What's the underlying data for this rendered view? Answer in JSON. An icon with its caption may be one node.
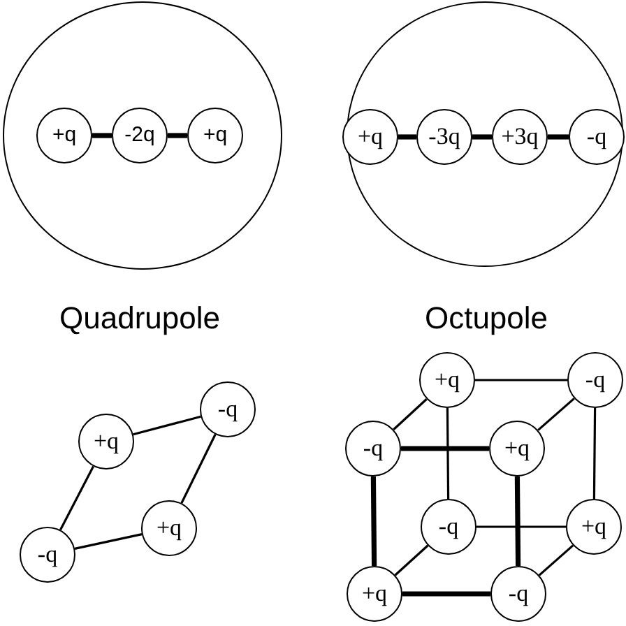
{
  "diagram": {
    "nodes": [
      {
        "text": [],
        "shape": "circle"
      },
      {
        "text": [
          "+q"
        ],
        "in": 0
      },
      {
        "text": [
          "-2q"
        ],
        "in": 0
      },
      {
        "text": [
          "+q"
        ],
        "in": 0
      },
      {
        "text": [],
        "shape": "circle"
      },
      {
        "text": [
          "+q"
        ],
        "in": 4
      },
      {
        "text": [
          "-3q"
        ],
        "in": 4
      },
      {
        "text": [
          "+3q"
        ],
        "in": 4
      },
      {
        "text": [
          "-q"
        ],
        "in": 4
      },
      {
        "text": [
          "-q"
        ]
      },
      {
        "text": [
          "+q"
        ]
      },
      {
        "text": [
          "+q"
        ]
      },
      {
        "text": [
          "-q"
        ]
      },
      {
        "text": [
          "+q"
        ]
      },
      {
        "text": [
          "-q"
        ]
      },
      {
        "text": [
          "-q"
        ]
      },
      {
        "text": [
          "+q"
        ]
      },
      {
        "text": [
          "-q"
        ]
      },
      {
        "text": [
          "+q"
        ]
      },
      {
        "text": [
          "+q"
        ]
      },
      {
        "text": [
          "-q"
        ]
      }
    ],
    "edges": [
      {
        "from": 1,
        "to": 2,
        "arrow": "none",
        "style": "thick"
      },
      {
        "from": 2,
        "to": 3,
        "arrow": "none",
        "style": "thick"
      },
      {
        "from": 5,
        "to": 6,
        "arrow": "none",
        "style": "thick"
      },
      {
        "from": 6,
        "to": 7,
        "arrow": "none",
        "style": "thick"
      },
      {
        "from": 7,
        "to": 8,
        "arrow": "none",
        "style": "thick"
      },
      {
        "from": 10,
        "to": 9,
        "arrow": "none"
      },
      {
        "from": 9,
        "to": 11,
        "arrow": "none"
      },
      {
        "from": 11,
        "to": 12,
        "arrow": "none"
      },
      {
        "from": 12,
        "to": 10,
        "arrow": "none"
      },
      {
        "from": 13,
        "to": 14,
        "arrow": "none"
      },
      {
        "from": 13,
        "to": 15,
        "arrow": "none"
      },
      {
        "from": 13,
        "to": 17,
        "arrow": "none"
      },
      {
        "from": 14,
        "to": 16,
        "arrow": "none"
      },
      {
        "from": 14,
        "to": 18,
        "arrow": "none"
      },
      {
        "from": 15,
        "to": 16,
        "arrow": "none",
        "style": "thick"
      },
      {
        "from": 15,
        "to": 19,
        "arrow": "none",
        "style": "thick"
      },
      {
        "from": 16,
        "to": 20,
        "arrow": "none",
        "style": "thick"
      },
      {
        "from": 17,
        "to": 18,
        "arrow": "none"
      },
      {
        "from": 17,
        "to": 19,
        "arrow": "none"
      },
      {
        "from": 18,
        "to": 20,
        "arrow": "none"
      },
      {
        "from": 19,
        "to": 20,
        "arrow": "none",
        "style": "thick"
      }
    ],
    "labels": [
      "Quadrupole",
      "Octupole"
    ]
  }
}
